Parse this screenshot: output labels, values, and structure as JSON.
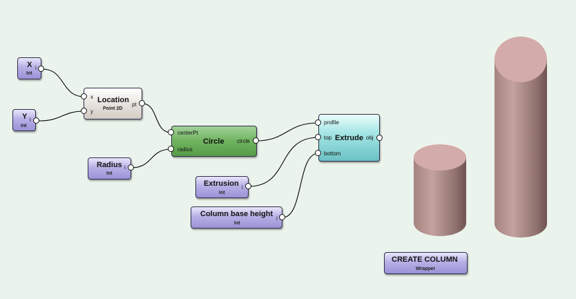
{
  "nodes": {
    "x": {
      "title": "X",
      "sub": "Int",
      "out_label": "i"
    },
    "y": {
      "title": "Y",
      "sub": "Int",
      "out_label": "i"
    },
    "location": {
      "title": "Location",
      "sub": "Point 2D",
      "in": [
        "x",
        "y"
      ],
      "out_label": "pt"
    },
    "radius": {
      "title": "Radius",
      "sub": "Int",
      "out_label": "i"
    },
    "circle": {
      "title": "Circle",
      "in": [
        "centerPt",
        "radius"
      ],
      "out_label": "circle"
    },
    "extrusion": {
      "title": "Extrusion",
      "sub": "Int",
      "out_label": "i"
    },
    "base_height": {
      "title": "Column base height",
      "sub": "Int",
      "out_label": "i"
    },
    "extrude": {
      "title": "Extrude",
      "in": [
        "profile",
        "top",
        "bottom"
      ],
      "out_label": "obj"
    },
    "create_column": {
      "title": "CREATE COLUMN",
      "sub": "Wrapper"
    }
  },
  "colors": {
    "background": "#ebf4ec",
    "int_node": "#9a92d6",
    "point_node": "#d4ccc5",
    "circle_node": "#6fb35f",
    "extrude_node": "#6cc2c4",
    "column": "#b08e8b"
  }
}
